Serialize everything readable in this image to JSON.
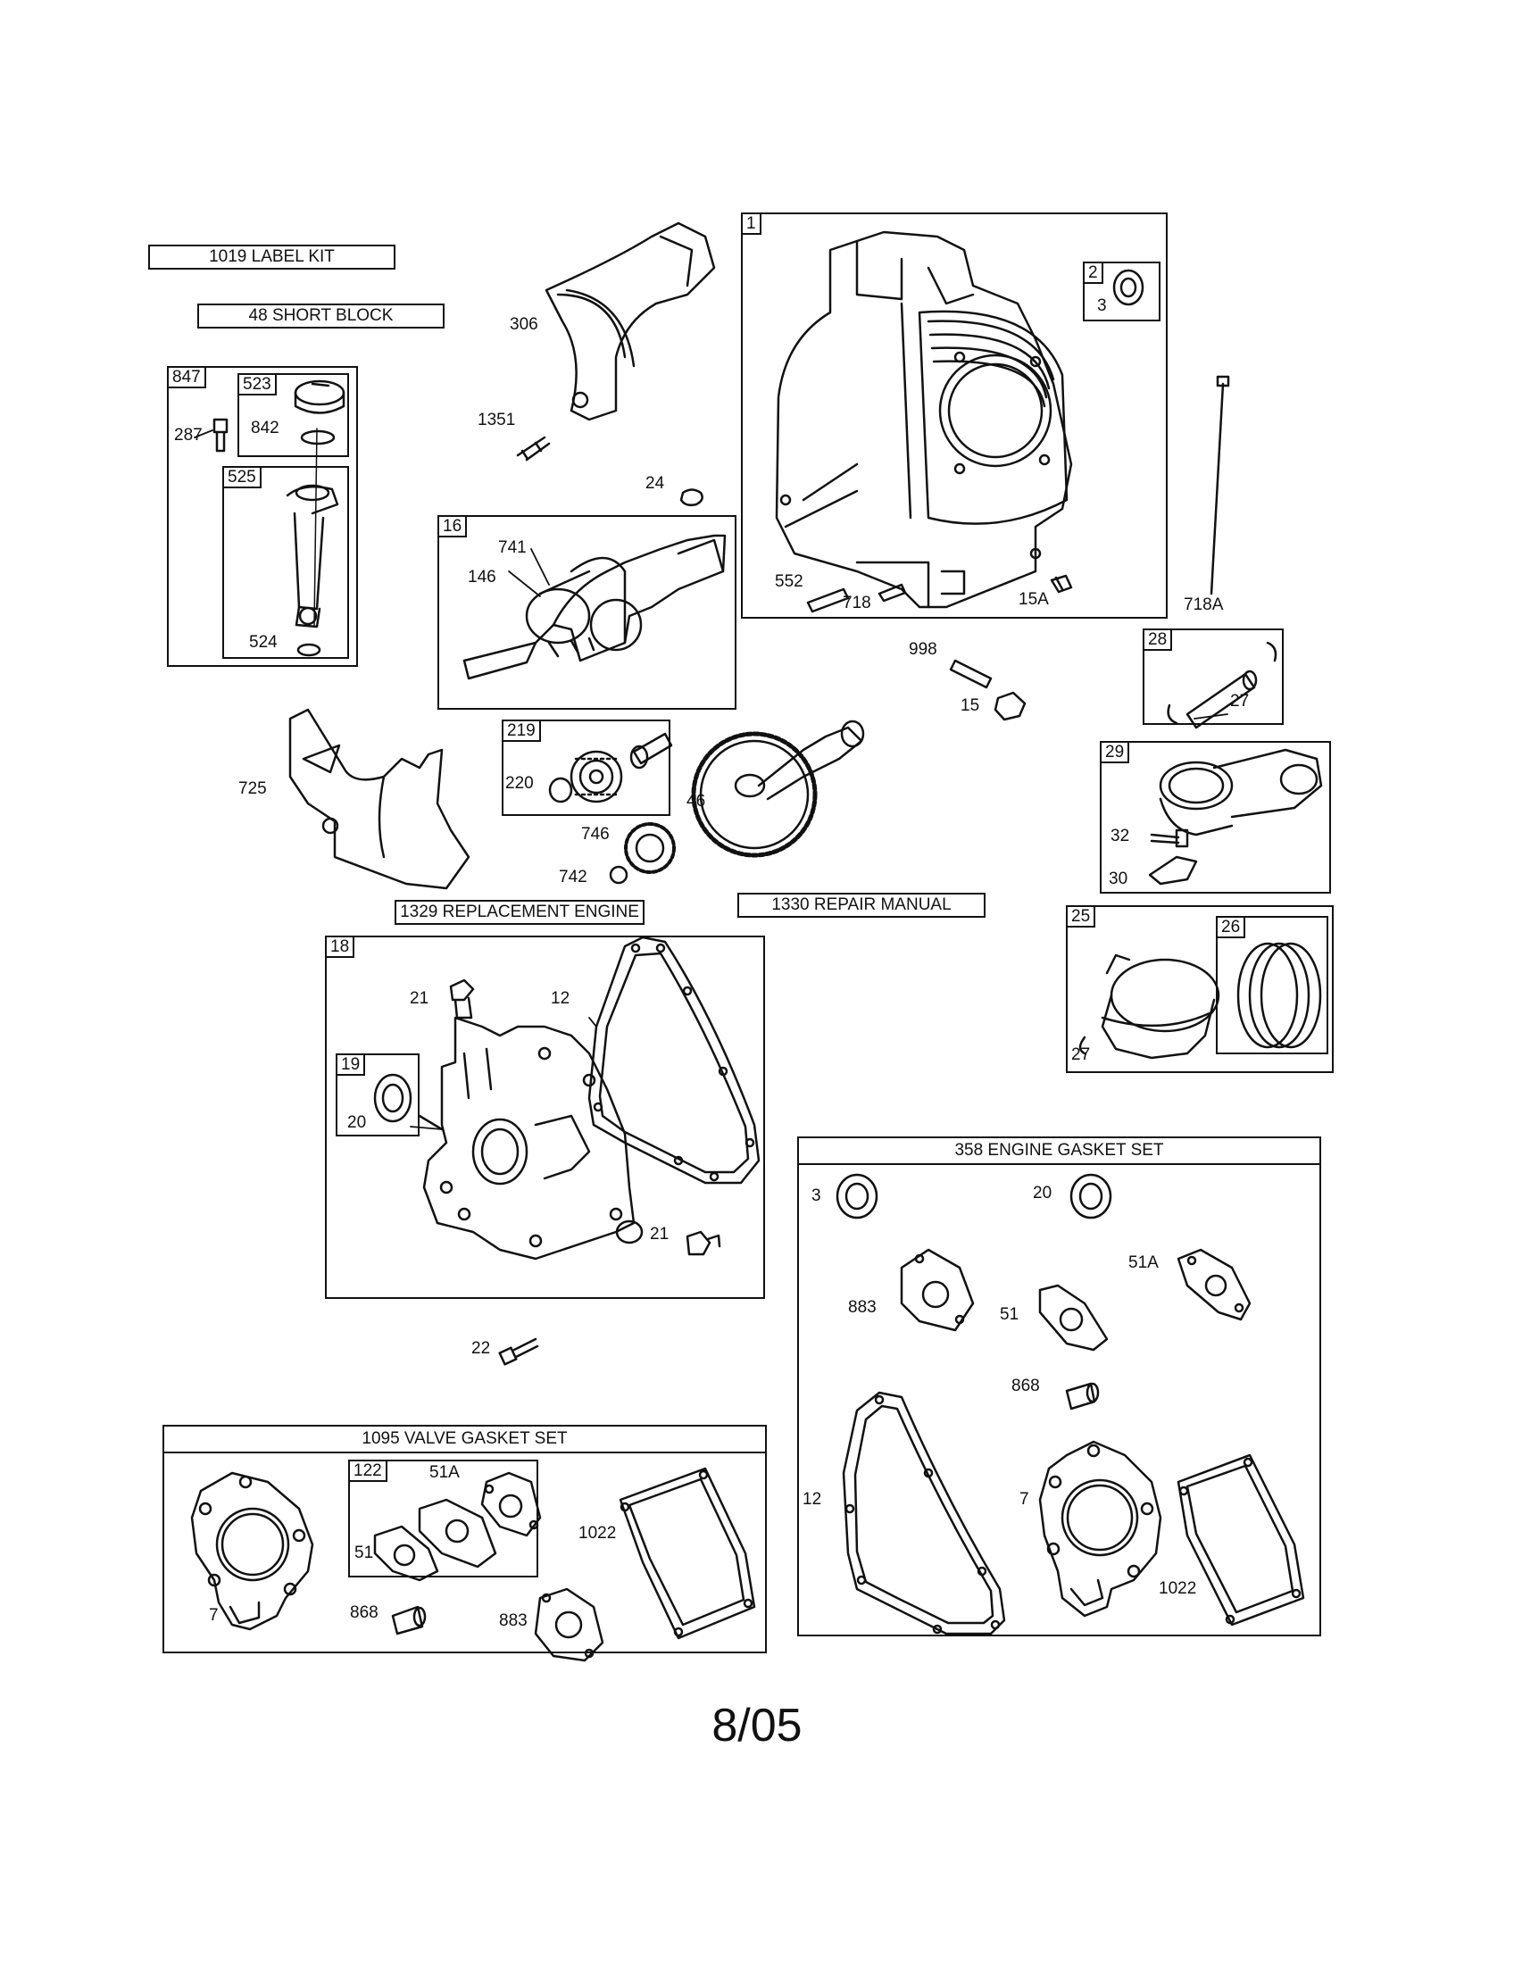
{
  "kits": {
    "label_kit": "1019 LABEL KIT",
    "short_block": "48 SHORT BLOCK",
    "replacement_engine": "1329 REPLACEMENT ENGINE",
    "repair_manual": "1330 REPAIR MANUAL",
    "engine_gasket_set": "358 ENGINE GASKET SET",
    "valve_gasket_set": "1095 VALVE GASKET SET"
  },
  "boxes": {
    "b1": "1",
    "b2": "2",
    "b16": "16",
    "b18": "18",
    "b19": "19",
    "b25": "25",
    "b26": "26",
    "b28": "28",
    "b29": "29",
    "b122": "122",
    "b219": "219",
    "b523": "523",
    "b525": "525",
    "b847": "847"
  },
  "labels": {
    "l3a": "3",
    "l287": "287",
    "l842": "842",
    "l524": "524",
    "l306": "306",
    "l1351": "1351",
    "l24": "24",
    "l741": "741",
    "l146": "146",
    "l552": "552",
    "l718": "718",
    "l15A": "15A",
    "l718A": "718A",
    "l998": "998",
    "l15": "15",
    "l27a": "27",
    "l725": "725",
    "l220": "220",
    "l46": "46",
    "l746": "746",
    "l742": "742",
    "l32": "32",
    "l30": "30",
    "l27b": "27",
    "l21a": "21",
    "l12a": "12",
    "l20a": "20",
    "l21b": "21",
    "l22": "22",
    "l3b": "3",
    "l20b": "20",
    "l51Aa": "51A",
    "l883a": "883",
    "l51a": "51",
    "l868a": "868",
    "l12b": "12",
    "l7a": "7",
    "l1022a": "1022",
    "l51Ab": "51A",
    "l51b": "51",
    "l7b": "7",
    "l868b": "868",
    "l883b": "883",
    "l1022b": "1022"
  },
  "page_number": "8/05"
}
